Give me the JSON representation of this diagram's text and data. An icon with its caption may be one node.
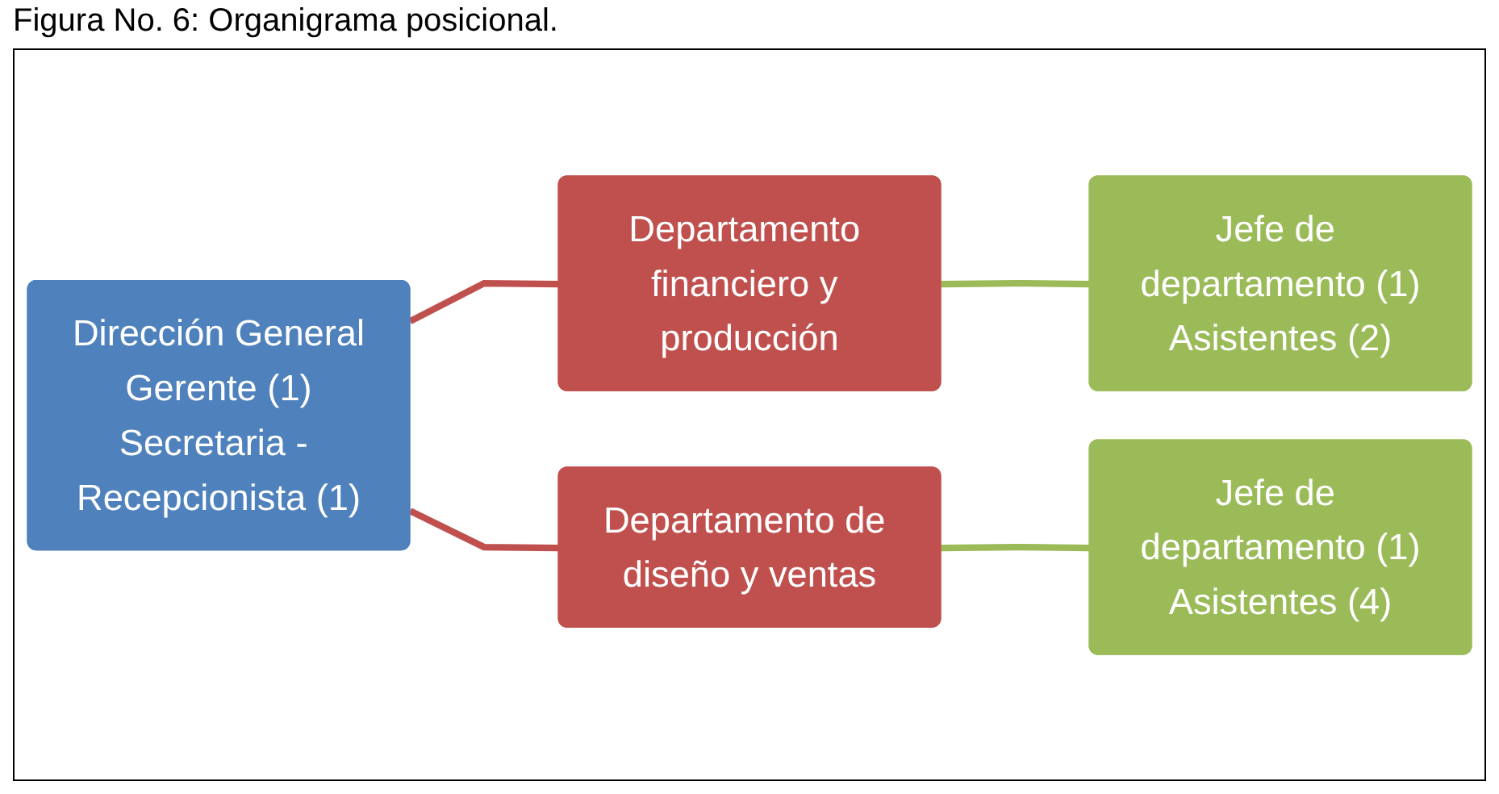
{
  "diagram": {
    "title": "Figura No. 6: Organigrama posicional.",
    "nodes": [
      {
        "text": [
          "Dirección General",
          "Gerente (1)",
          "Secretaria - Recepcionista (1)"
        ]
      },
      {
        "text": [
          "Departamento financiero y producción"
        ]
      },
      {
        "text": [
          "Departamento de diseño y ventas"
        ]
      },
      {
        "text": [
          "Jefe de departamento (1)",
          "Asistentes (2)"
        ]
      },
      {
        "text": [
          "Jefe de departamento (1)",
          "Asistentes (4)"
        ]
      }
    ],
    "edges": [
      {
        "from": 0,
        "to": 1,
        "arrow": "none",
        "color": "#c0504d"
      },
      {
        "from": 0,
        "to": 2,
        "arrow": "none",
        "color": "#c0504d"
      },
      {
        "from": 1,
        "to": 3,
        "arrow": "none",
        "color": "#9bbb59"
      },
      {
        "from": 2,
        "to": 4,
        "arrow": "none",
        "color": "#9bbb59"
      }
    ]
  }
}
